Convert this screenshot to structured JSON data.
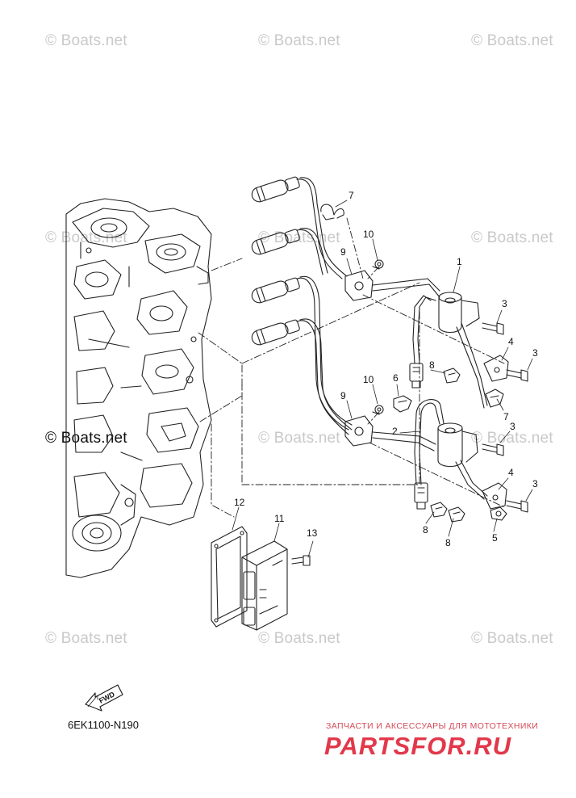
{
  "watermarks": [
    "© Boats.net",
    "© Boats.net",
    "© Boats.net",
    "© Boats.net",
    "© Boats.net",
    "© Boats.net",
    "© Boats.net",
    "© Boats.net",
    "© Boats.net",
    "© Boats.net",
    "© Boats.net",
    "© Boats.net"
  ],
  "callouts": {
    "c1": "1",
    "c2": "2",
    "c3a": "3",
    "c3b": "3",
    "c3c": "3",
    "c3d": "3",
    "c4a": "4",
    "c4b": "4",
    "c5": "5",
    "c6": "6",
    "c7a": "7",
    "c7b": "7",
    "c8a": "8",
    "c8b": "8",
    "c8c": "8",
    "c9a": "9",
    "c9b": "9",
    "c10a": "10",
    "c10b": "10",
    "c11": "11",
    "c12": "12",
    "c13": "13"
  },
  "fwd_label": "FWD",
  "diagram_code": "6EK1100-N190",
  "shop": {
    "tagline": "ЗАПЧАСТИ И АКСЕССУАРЫ ДЛЯ МОТОТЕХНИКИ",
    "logo": "PARTSFOR.RU"
  }
}
